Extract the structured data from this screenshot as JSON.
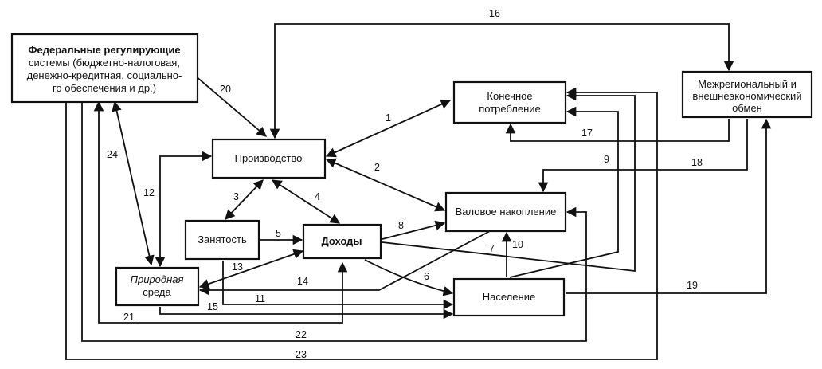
{
  "diagram": {
    "nodes": {
      "federal": {
        "lines": [
          "Федеральные регулирующие",
          "системы (бюджетно-налоговая,",
          "денежно-кредитная, социально-",
          "го обеспечения и др.)"
        ]
      },
      "production": {
        "lines": [
          "Производство"
        ]
      },
      "final_consumption": {
        "lines": [
          "Конечное",
          "потребление"
        ]
      },
      "interregional": {
        "lines": [
          "Межрегиональный и",
          "внешнеэкономический",
          "обмен"
        ]
      },
      "employment": {
        "lines": [
          "Занятость"
        ]
      },
      "income": {
        "lines": [
          "Доходы"
        ]
      },
      "gross_accumulation": {
        "lines": [
          "Валовое накопление"
        ]
      },
      "nature": {
        "lines": [
          "Природная",
          "среда"
        ]
      },
      "population": {
        "lines": [
          "Население"
        ]
      }
    },
    "edges": [
      {
        "label": "1"
      },
      {
        "label": "2"
      },
      {
        "label": "3"
      },
      {
        "label": "4"
      },
      {
        "label": "5"
      },
      {
        "label": "6"
      },
      {
        "label": "7"
      },
      {
        "label": "8"
      },
      {
        "label": "9"
      },
      {
        "label": "10"
      },
      {
        "label": "11"
      },
      {
        "label": "12"
      },
      {
        "label": "13"
      },
      {
        "label": "14"
      },
      {
        "label": "15"
      },
      {
        "label": "16"
      },
      {
        "label": "17"
      },
      {
        "label": "18"
      },
      {
        "label": "19"
      },
      {
        "label": "20"
      },
      {
        "label": "21"
      },
      {
        "label": "22"
      },
      {
        "label": "23"
      },
      {
        "label": "24"
      }
    ]
  }
}
